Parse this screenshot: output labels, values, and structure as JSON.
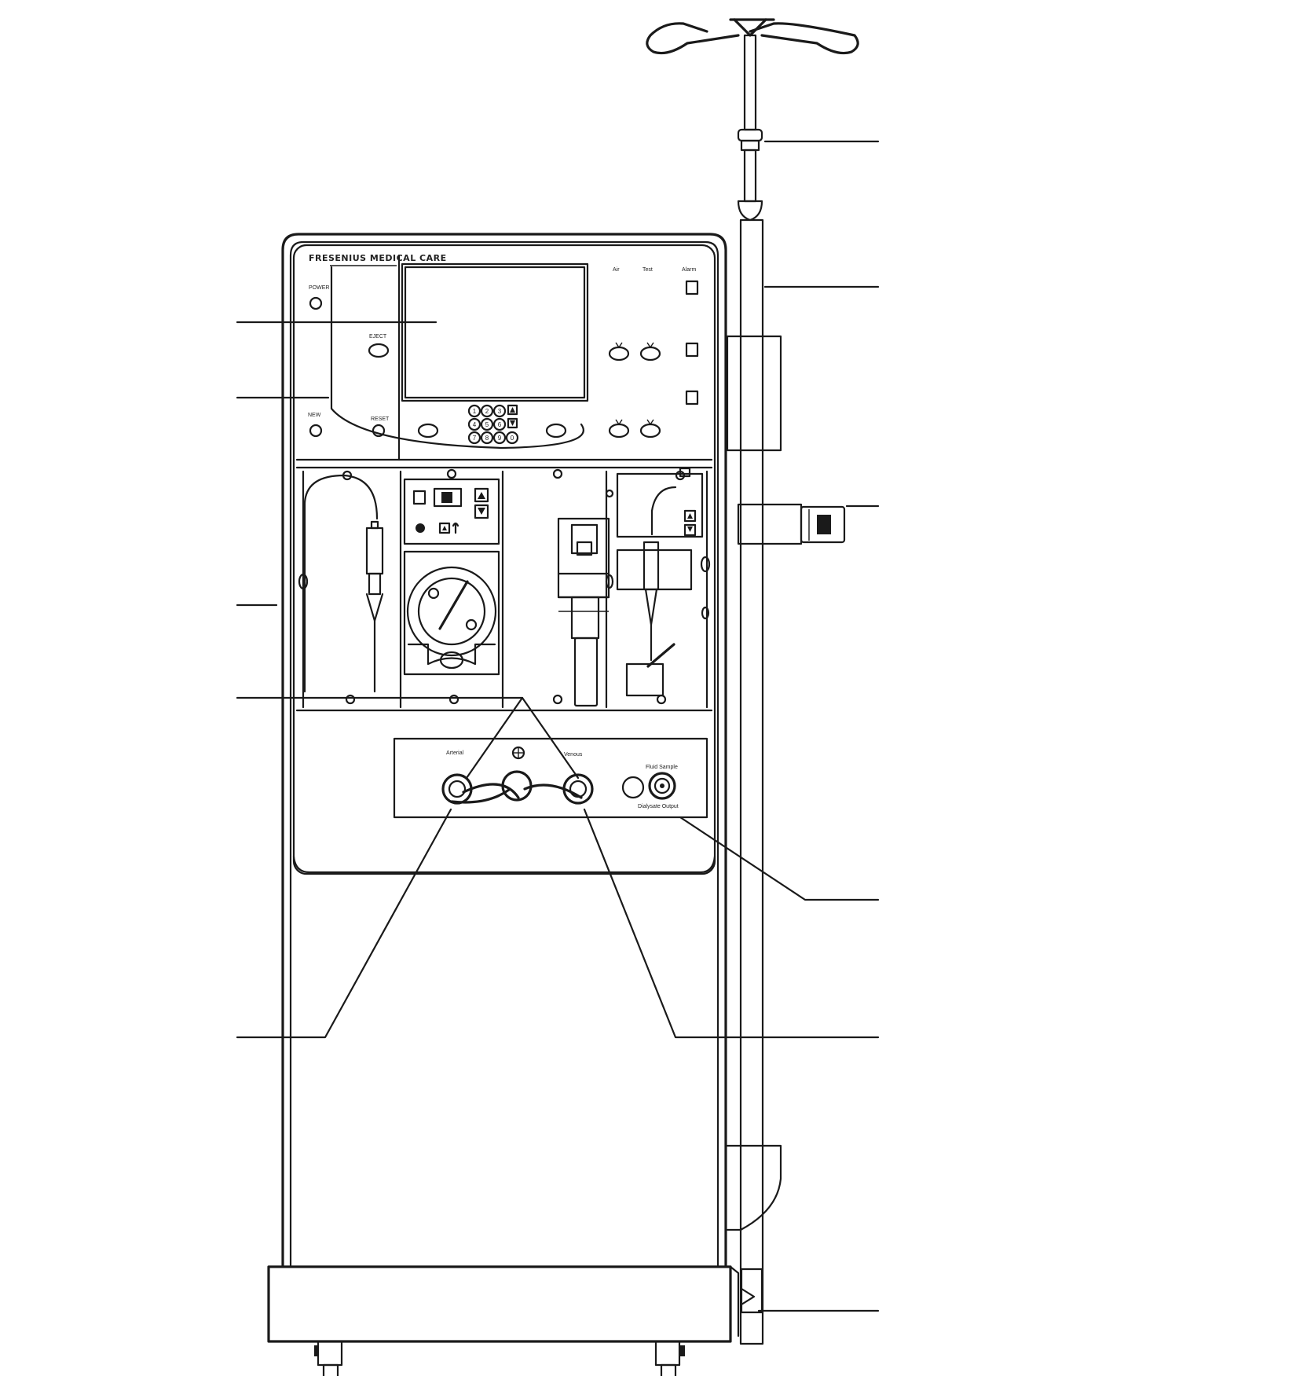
{
  "machine": {
    "brand": "FRESENIUS MEDICAL CARE",
    "keypad_keys": [
      "1",
      "2",
      "3",
      "4",
      "5",
      "6",
      "7",
      "8",
      "9",
      "0"
    ]
  },
  "colors": {
    "line": "#1a1a1a",
    "background": "#ffffff"
  }
}
